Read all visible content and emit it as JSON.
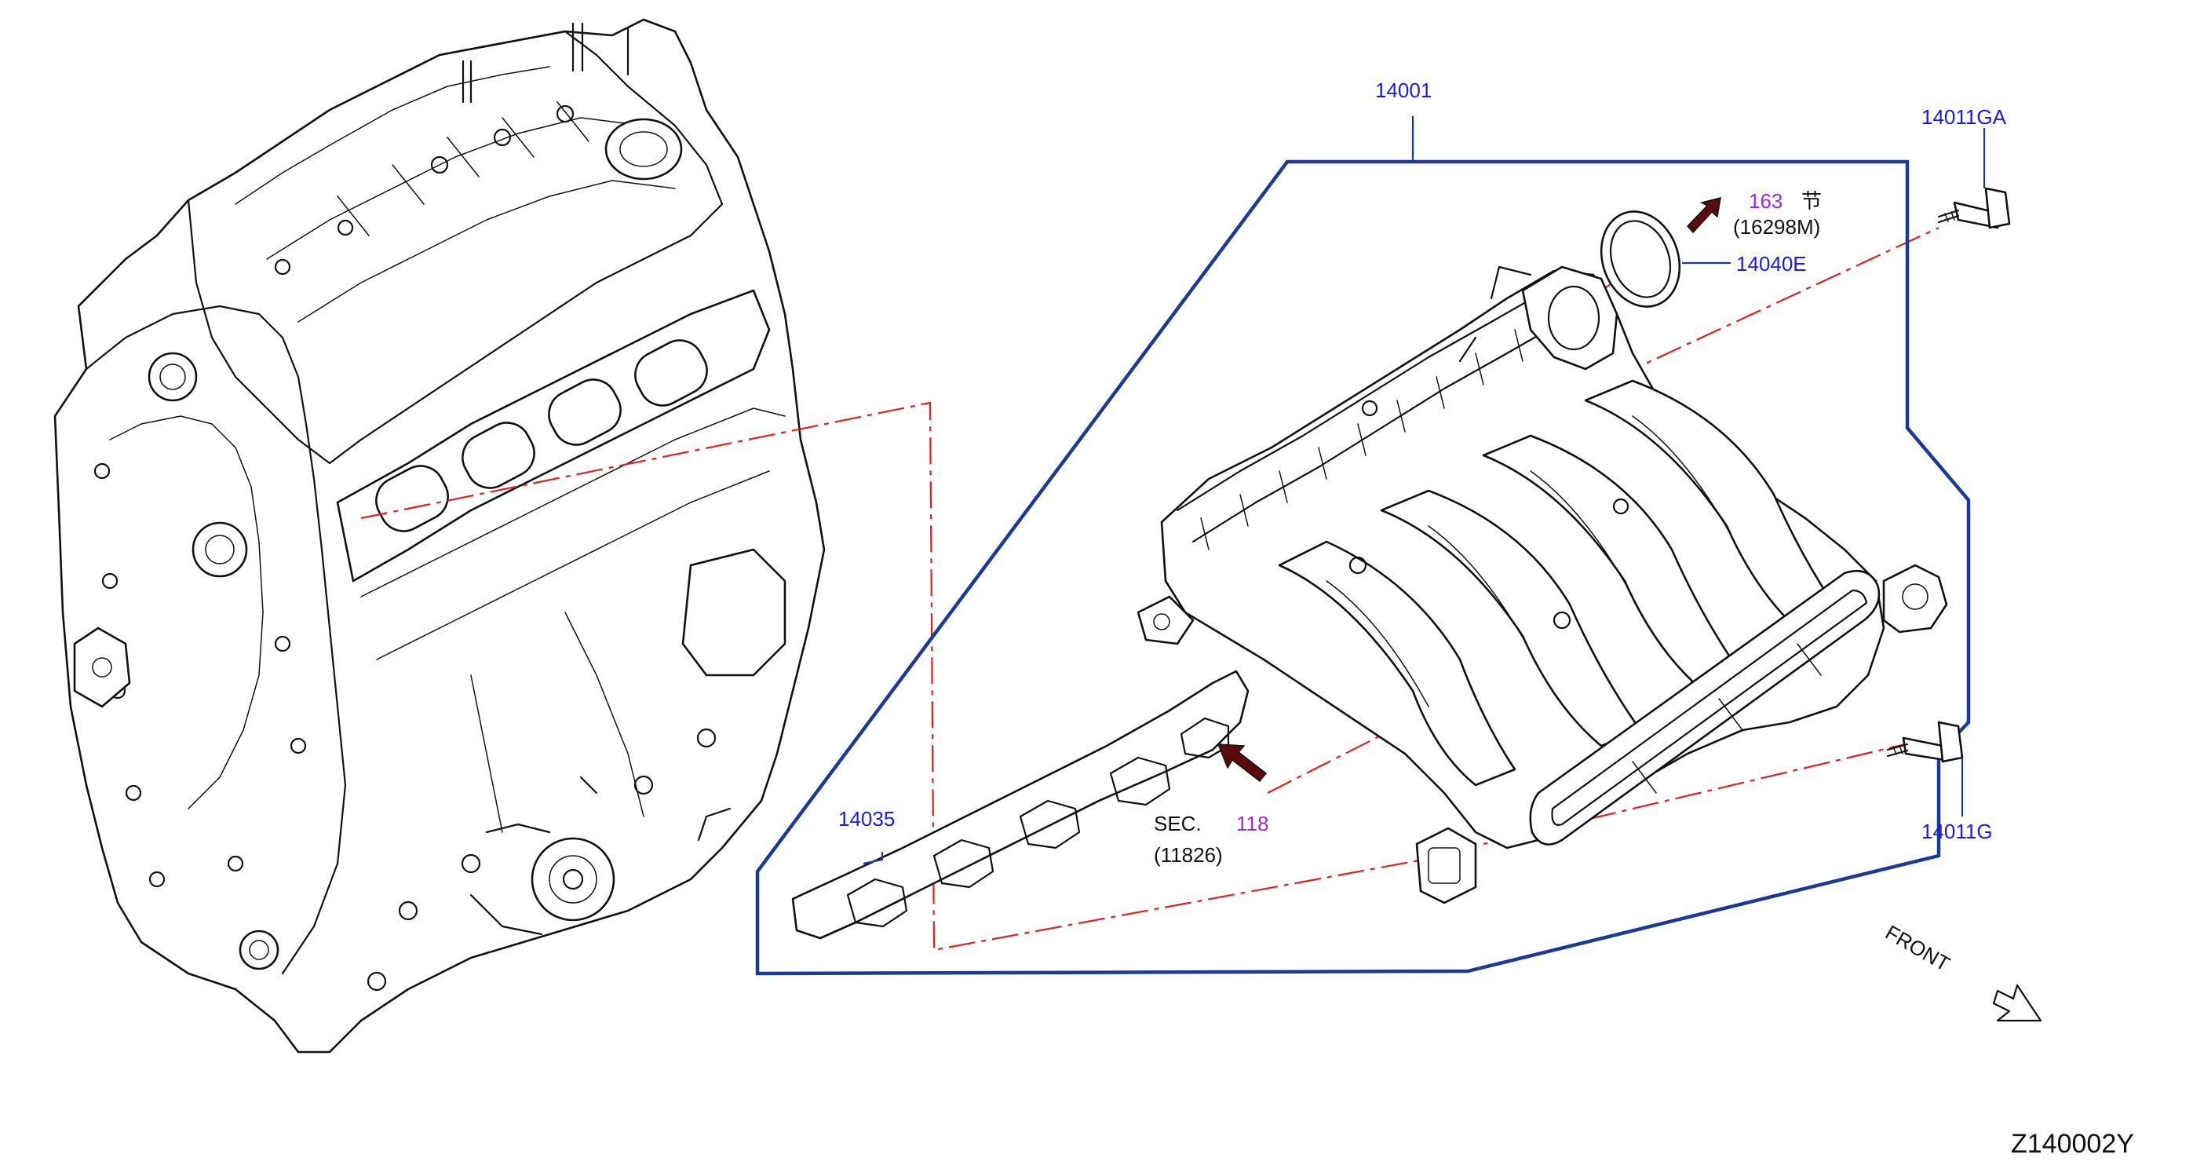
{
  "callouts": {
    "p14001": "14001",
    "p14011GA": "14011GA",
    "p14011G": "14011G",
    "p14040E": "14040E",
    "p14035": "14035",
    "ref163": "163",
    "ref163_mark": "节",
    "ref163_sub": "(16298M)",
    "sec_label": "SEC.",
    "sec_ref": "118",
    "sec_sub": "(11826)"
  },
  "direction": {
    "front": "FRONT"
  },
  "diagram_code": "Z140002Y",
  "colors": {
    "part_number": "#1a1ae0",
    "section_ref": "#9a2ad8",
    "frame": "#1a3a9a",
    "phantom_line": "#e02020",
    "arrow_fill": "#5a0a0a"
  }
}
